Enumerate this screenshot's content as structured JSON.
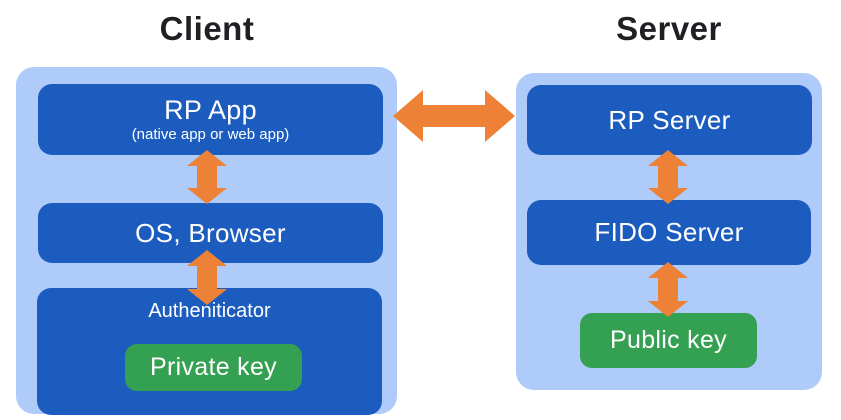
{
  "diagram": {
    "client": {
      "title": "Client",
      "rp_app": {
        "label": "RP App",
        "sublabel": "(native app or web app)"
      },
      "os_browser": {
        "label": "OS, Browser"
      },
      "authenticator": {
        "label": "Autheniticator",
        "key_label": "Private key"
      }
    },
    "server": {
      "title": "Server",
      "rp_server": {
        "label": "RP Server"
      },
      "fido_server": {
        "label": "FIDO Server"
      },
      "key_label": "Public key"
    },
    "arrows": [
      {
        "name": "client-server",
        "orientation": "horizontal",
        "connects": [
          "RP App",
          "RP Server"
        ]
      },
      {
        "name": "rpapp-osbrowser",
        "orientation": "vertical",
        "connects": [
          "RP App",
          "OS, Browser"
        ]
      },
      {
        "name": "osbrowser-authenticator",
        "orientation": "vertical",
        "connects": [
          "OS, Browser",
          "Autheniticator"
        ]
      },
      {
        "name": "rpserver-fidoserver",
        "orientation": "vertical",
        "connects": [
          "RP Server",
          "FIDO Server"
        ]
      },
      {
        "name": "fidoserver-publickey",
        "orientation": "vertical",
        "connects": [
          "FIDO Server",
          "Public key"
        ]
      }
    ],
    "colors": {
      "container_light_blue": "#aecbfa",
      "box_dark_blue": "#1c5cbe",
      "key_green": "#34a052",
      "arrow_orange": "#ed8136",
      "title_text": "#1f2023",
      "box_text": "#ffffff",
      "background": "#ffffff"
    }
  }
}
